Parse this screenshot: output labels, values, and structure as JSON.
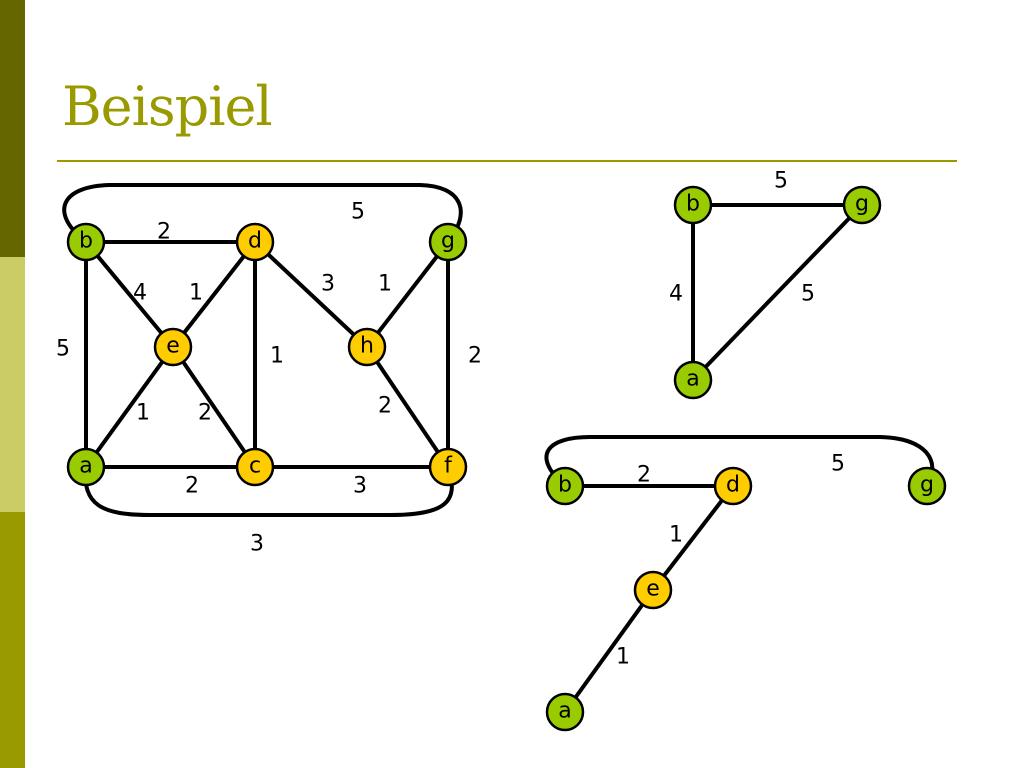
{
  "title": "Beispiel",
  "colors": {
    "bar_dark": "#666600",
    "bar_light": "#cccc66",
    "bar_mid": "#999900",
    "title": "#999900",
    "rule": "#999900",
    "node_green": "#99cc00",
    "node_orange": "#ffcc00"
  },
  "graphs": [
    {
      "name": "full-graph",
      "nodes": [
        {
          "id": "b",
          "label": "b",
          "color": "green"
        },
        {
          "id": "d",
          "label": "d",
          "color": "orange"
        },
        {
          "id": "g",
          "label": "g",
          "color": "green"
        },
        {
          "id": "e",
          "label": "e",
          "color": "orange"
        },
        {
          "id": "h",
          "label": "h",
          "color": "orange"
        },
        {
          "id": "a",
          "label": "a",
          "color": "green"
        },
        {
          "id": "c",
          "label": "c",
          "color": "orange"
        },
        {
          "id": "f",
          "label": "f",
          "color": "orange"
        }
      ],
      "edges": [
        {
          "from": "b",
          "to": "d",
          "weight": "2"
        },
        {
          "from": "b",
          "to": "g",
          "weight": "5"
        },
        {
          "from": "b",
          "to": "e",
          "weight": "4"
        },
        {
          "from": "b",
          "to": "a",
          "weight": "5"
        },
        {
          "from": "d",
          "to": "e",
          "weight": "1"
        },
        {
          "from": "d",
          "to": "c",
          "weight": "1"
        },
        {
          "from": "d",
          "to": "h",
          "weight": "3"
        },
        {
          "from": "g",
          "to": "h",
          "weight": "1"
        },
        {
          "from": "g",
          "to": "f",
          "weight": "2"
        },
        {
          "from": "e",
          "to": "a",
          "weight": "1"
        },
        {
          "from": "e",
          "to": "c",
          "weight": "2"
        },
        {
          "from": "h",
          "to": "f",
          "weight": "2"
        },
        {
          "from": "a",
          "to": "c",
          "weight": "2"
        },
        {
          "from": "c",
          "to": "f",
          "weight": "3"
        },
        {
          "from": "a",
          "to": "f",
          "weight": "3"
        }
      ]
    },
    {
      "name": "triangle-graph",
      "nodes": [
        {
          "id": "b",
          "label": "b",
          "color": "green"
        },
        {
          "id": "g",
          "label": "g",
          "color": "green"
        },
        {
          "id": "a",
          "label": "a",
          "color": "green"
        }
      ],
      "edges": [
        {
          "from": "b",
          "to": "g",
          "weight": "5"
        },
        {
          "from": "b",
          "to": "a",
          "weight": "4"
        },
        {
          "from": "g",
          "to": "a",
          "weight": "5"
        }
      ]
    },
    {
      "name": "path-graph",
      "nodes": [
        {
          "id": "b",
          "label": "b",
          "color": "green"
        },
        {
          "id": "d",
          "label": "d",
          "color": "orange"
        },
        {
          "id": "g",
          "label": "g",
          "color": "green"
        },
        {
          "id": "e",
          "label": "e",
          "color": "orange"
        },
        {
          "id": "a",
          "label": "a",
          "color": "green"
        }
      ],
      "edges": [
        {
          "from": "b",
          "to": "d",
          "weight": "2"
        },
        {
          "from": "b",
          "to": "g",
          "weight": "5"
        },
        {
          "from": "d",
          "to": "e",
          "weight": "1"
        },
        {
          "from": "e",
          "to": "a",
          "weight": "1"
        }
      ]
    }
  ]
}
